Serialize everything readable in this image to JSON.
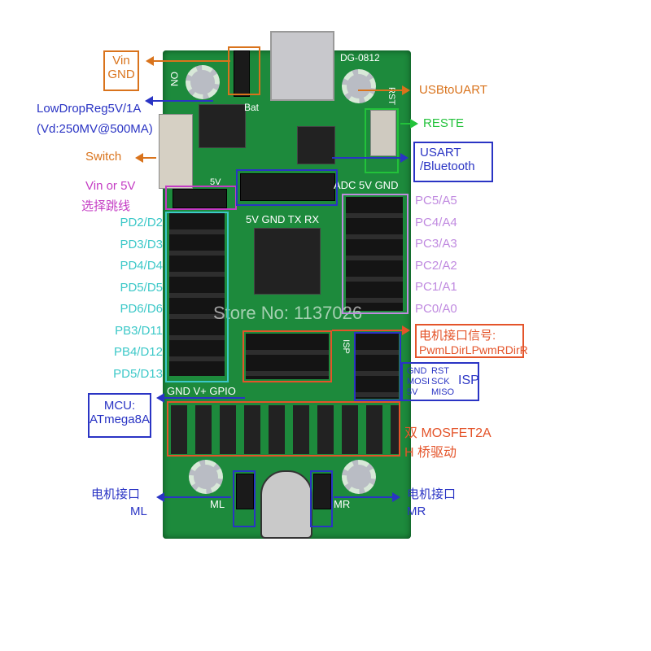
{
  "board": {
    "model": "DG-0812",
    "uart_header": "5V GND TX RX",
    "adc_header": "ADC 5V GND",
    "gpio_header": "GND V+ GPIO",
    "watermark": "Store No: 1137026",
    "ml": "ML",
    "mr": "MR",
    "bat": "Bat",
    "on": "ON",
    "rst": "RST",
    "isp": "ISP",
    "fivev": "5V"
  },
  "labels": {
    "vin_gnd": [
      "Vin",
      "GND"
    ],
    "regulator": [
      "LowDropReg5V/1A",
      "(Vd:250MV@500MA)"
    ],
    "switch": "Switch",
    "jumper": [
      "Vin or 5V",
      "选择跳线"
    ],
    "digital_pins": [
      "PD2/D2",
      "PD3/D3",
      "PD4/D4",
      "PD5/D5",
      "PD6/D6",
      "PB3/D11",
      "PB4/D12",
      "PD5/D13"
    ],
    "analog_pins": [
      "PC5/A5",
      "PC4/A4",
      "PC3/A3",
      "PC2/A2",
      "PC1/A1",
      "PC0/A0"
    ],
    "usb": "USBtoUART",
    "reset": "RESTE",
    "usart": [
      "USART",
      "/Bluetooth"
    ],
    "motor_signal": [
      "电机接口信号:",
      "PwmLDirLPwmRDirR"
    ],
    "isp": {
      "pins": [
        "GND",
        "RST",
        "MOSI",
        "SCK",
        "5V",
        "MISO"
      ],
      "title": "ISP"
    },
    "mosfet": [
      "双 MOSFET2A",
      "H 桥驱动"
    ],
    "mcu": [
      "MCU:",
      "ATmega8A"
    ],
    "motor_left": [
      "电机接口",
      "ML"
    ],
    "motor_right": [
      "电机接口",
      "MR"
    ]
  }
}
